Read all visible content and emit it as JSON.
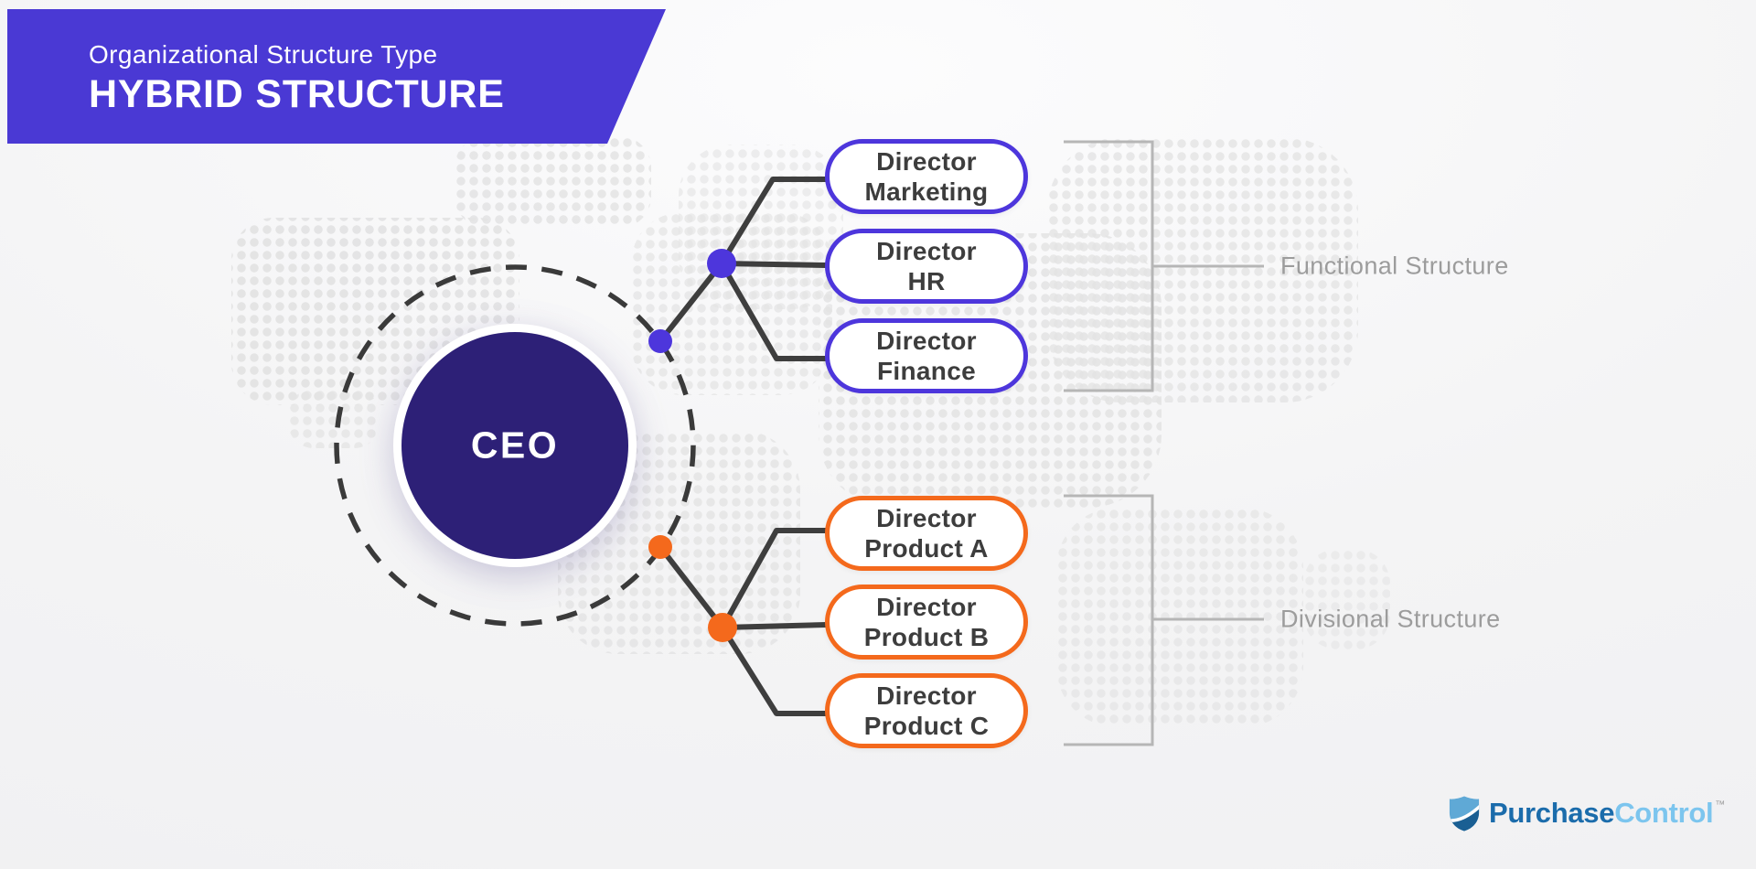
{
  "banner": {
    "subtitle": "Organizational Structure Type",
    "title": "HYBRID STRUCTURE"
  },
  "ceo": {
    "label": "CEO"
  },
  "groups": {
    "functional": {
      "label": "Functional Structure",
      "boxes": [
        {
          "line1": "Director",
          "line2": "Marketing"
        },
        {
          "line1": "Director",
          "line2": "HR"
        },
        {
          "line1": "Director",
          "line2": "Finance"
        }
      ]
    },
    "divisional": {
      "label": "Divisional Structure",
      "boxes": [
        {
          "line1": "Director",
          "line2": "Product A"
        },
        {
          "line1": "Director",
          "line2": "Product B"
        },
        {
          "line1": "Director",
          "line2": "Product C"
        }
      ]
    }
  },
  "logo": {
    "icon": "shield-icon",
    "brand_part1": "Purchase",
    "brand_part2": "Control",
    "trademark": "™"
  },
  "colors": {
    "banner-purple": "#4a39d4",
    "accent-purple": "#4d36dc",
    "accent-orange": "#f4691c",
    "ceo-indigo": "#2d2077",
    "line-dark": "#3e3e3e",
    "dash-dark": "#3a3a3a",
    "bracket-gray": "#b6b6b6",
    "label-gray": "#9c9c9c",
    "text-dark": "#3d3d3d",
    "dot-gray": "#e4e4e4",
    "logo-dark": "#1b6cab",
    "logo-light": "#7cc5ee",
    "shield-dark": "#1a5f93",
    "shield-light": "#5fa9d6"
  }
}
